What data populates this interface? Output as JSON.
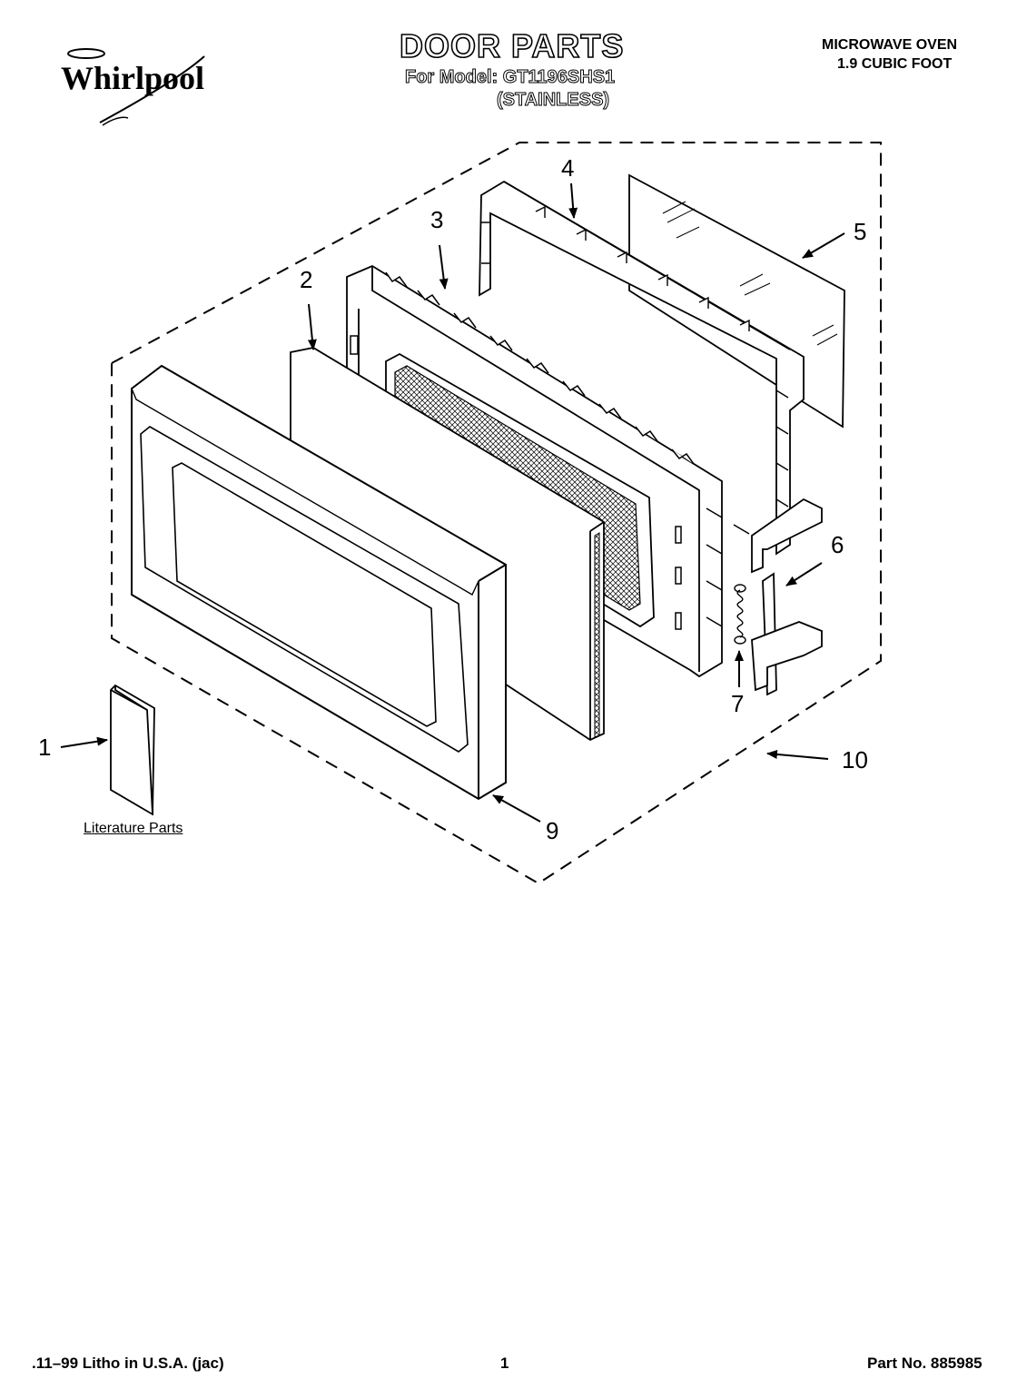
{
  "header": {
    "brand": "Whirlpool",
    "title": "DOOR PARTS",
    "model_line": "For Model: GT1196SHS1",
    "model_variant": "(STAINLESS)",
    "product_name": "MICROWAVE OVEN",
    "product_size": "1.9 CUBIC FOOT"
  },
  "callouts": [
    "1",
    "2",
    "3",
    "4",
    "5",
    "6",
    "7",
    "9",
    "10"
  ],
  "literature_label": "Literature Parts",
  "footer": {
    "left": ".11–99 Litho in U.S.A. (jac)",
    "center": "1",
    "right": "Part No. 885985"
  }
}
